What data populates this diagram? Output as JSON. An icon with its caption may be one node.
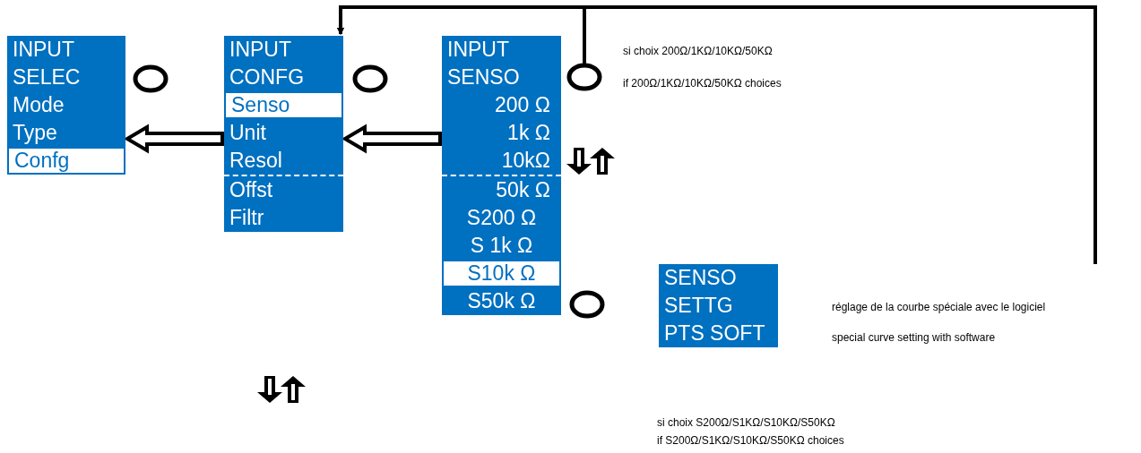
{
  "diagram": {
    "nodes": [
      {
        "text": [
          "INPUT SELEC",
          "Mode",
          "Type",
          "Confg"
        ]
      },
      {
        "text": [],
        "shape": "circle"
      },
      {
        "text": [
          "INPUT CONFG",
          "Senso",
          "Unit",
          "Resol",
          "Offst",
          "Filtr"
        ]
      },
      {
        "text": [],
        "shape": "circle"
      },
      {
        "text": [
          "INPUT SENSO",
          "200 Ω",
          "1k Ω",
          "10kΩ",
          "50k Ω",
          "S200 Ω",
          "S 1k Ω",
          "S10k Ω",
          "S50k Ω"
        ]
      },
      {
        "text": [],
        "shape": "circle"
      },
      {
        "text": [],
        "shape": "circle"
      },
      {
        "text": [
          "SENSO SETTG",
          "PTS SOFT"
        ]
      }
    ],
    "edges": [
      {
        "from": 2,
        "to": 0,
        "arrow": "to",
        "style": "thick"
      },
      {
        "from": 4,
        "to": 2,
        "arrow": "to",
        "style": "thick"
      },
      {
        "from": 5,
        "to": 2,
        "arrow": "to"
      },
      {
        "from": null,
        "to": 2,
        "arrow": "to"
      }
    ],
    "labels": [
      "si choix 200Ω/1KΩ/10KΩ/50KΩ",
      "if 200Ω/1KΩ/10KΩ/50KΩ choices",
      "réglage de la courbe spéciale avec le logiciel",
      "special curve setting with software",
      "si choix S200Ω/S1KΩ/S10KΩ/S50KΩ",
      "if S200Ω/S1KΩ/S10KΩ/S50KΩ choices"
    ]
  }
}
